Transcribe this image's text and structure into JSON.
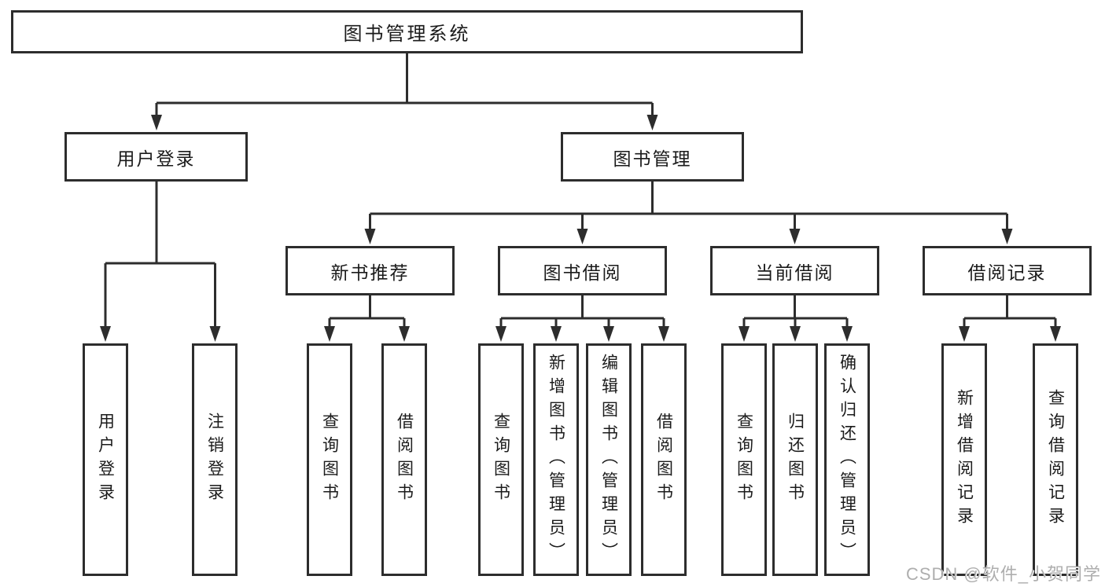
{
  "nodes": {
    "root": "图书管理系统",
    "level2": {
      "user_login": "用户登录",
      "book_management": "图书管理"
    },
    "level3": {
      "new_book_recommend": "新书推荐",
      "book_borrow": "图书借阅",
      "current_borrow": "当前借阅",
      "borrow_records": "借阅记录"
    },
    "leaves": {
      "user_login": [
        "用户登录",
        "注销登录"
      ],
      "new_book_recommend": [
        "查询图书",
        "借阅图书"
      ],
      "book_borrow": [
        "查询图书",
        "新增图书（管理员）",
        "编辑图书（管理员）",
        "借阅图书"
      ],
      "current_borrow": [
        "查询图书",
        "归还图书",
        "确认归还（管理员）"
      ],
      "borrow_records": [
        "新增借阅记录",
        "查询借阅记录"
      ]
    }
  },
  "watermark": {
    "text": "CSDN @软件_小贺同学"
  },
  "colors": {
    "line": "#2d2d2d",
    "text": "#1b1b1b",
    "background": "#ffffff",
    "watermark": "#aeaeae"
  }
}
